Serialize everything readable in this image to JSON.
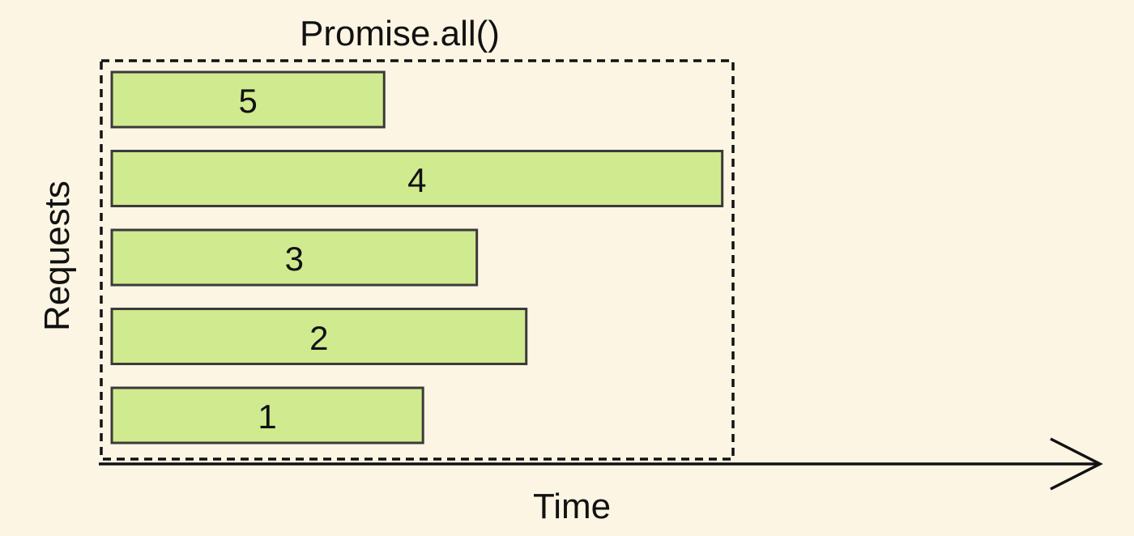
{
  "title": "Promise.all()",
  "axes": {
    "x_label": "Time",
    "y_label": "Requests"
  },
  "colors": {
    "background": "#fcf5e3",
    "bar_fill": "#d0ea8f",
    "bar_stroke": "#3a3a3a",
    "line": "#111111"
  },
  "requests": [
    {
      "label": "5",
      "duration": 0.435
    },
    {
      "label": "4",
      "duration": 0.975
    },
    {
      "label": "3",
      "duration": 0.583
    },
    {
      "label": "2",
      "duration": 0.662
    },
    {
      "label": "1",
      "duration": 0.497
    }
  ]
}
